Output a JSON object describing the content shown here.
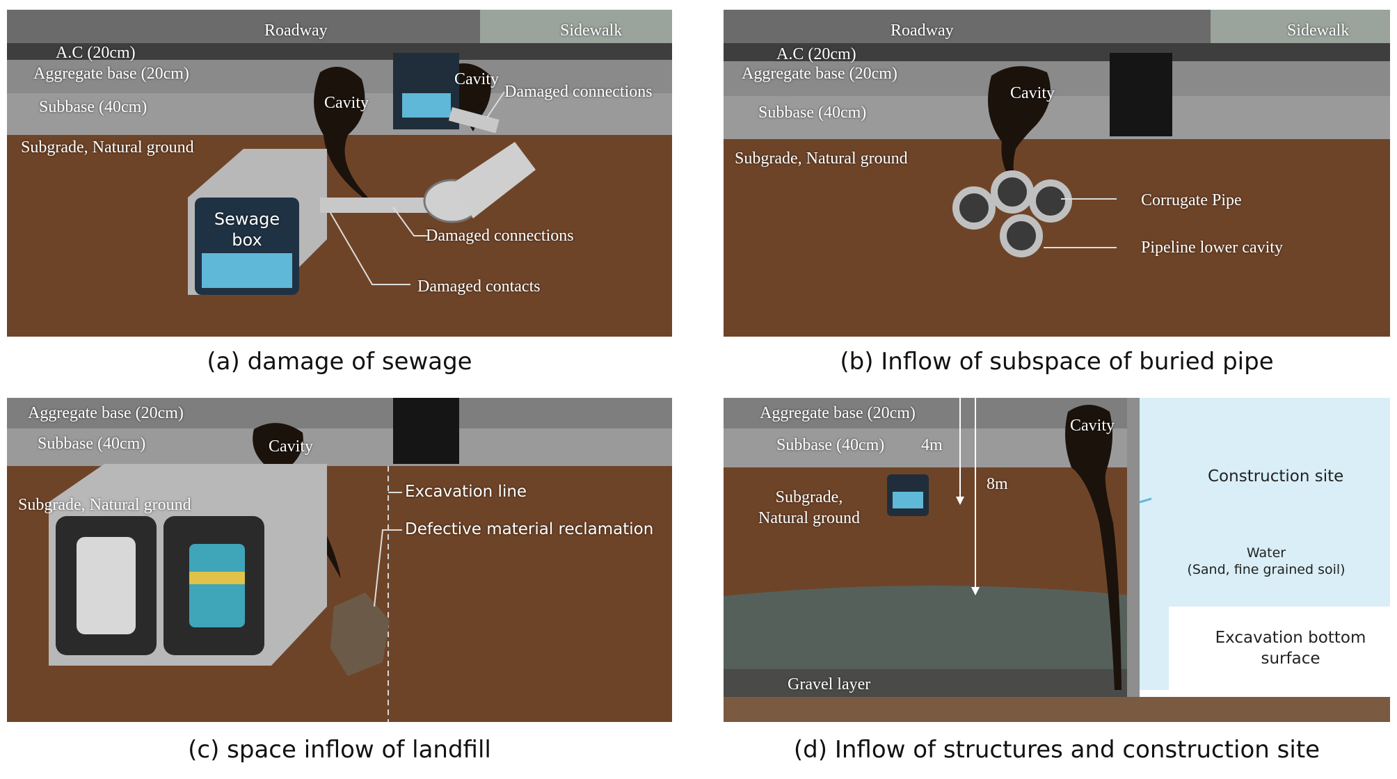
{
  "colors": {
    "roadway_dark": "#3e3e3e",
    "aggregate": "#8a8a8a",
    "subbase": "#9a9a9a",
    "subgrade": "#6e4428",
    "water": "#5fb8d8",
    "sky_site": "#d9eef6",
    "gravel": "#4a4a48"
  },
  "panels": {
    "a": {
      "caption": "(a) damage of sewage",
      "roadway": "Roadway",
      "sidewalk": "Sidewalk",
      "ac": "A.C (20cm)",
      "aggregate": "Aggregate base (20cm)",
      "subbase": "Subbase (40cm)",
      "subgrade": "Subgrade, Natural ground",
      "cavity1": "Cavity",
      "cavity2": "Cavity",
      "damaged_connections_top": "Damaged connections",
      "sewage_box": "Sewage box",
      "damaged_connections": "Damaged connections",
      "damaged_contacts": "Damaged contacts"
    },
    "b": {
      "caption": "(b) Inflow of subspace of buried pipe",
      "roadway": "Roadway",
      "sidewalk": "Sidewalk",
      "ac": "A.C (20cm)",
      "aggregate": "Aggregate base (20cm)",
      "subbase": "Subbase (40cm)",
      "subgrade": "Subgrade, Natural ground",
      "cavity": "Cavity",
      "corrugate_pipe": "Corrugate Pipe",
      "lower_cavity": "Pipeline lower cavity"
    },
    "c": {
      "caption": "(c) space inflow of landfill",
      "aggregate": "Aggregate base (20cm)",
      "subbase": "Subbase (40cm)",
      "subgrade": "Subgrade, Natural ground",
      "cavity": "Cavity",
      "excavation_line": "Excavation line",
      "defective": "Defective material reclamation"
    },
    "d": {
      "caption": "(d) Inflow of structures and construction site",
      "aggregate": "Aggregate base (20cm)",
      "subbase": "Subbase (40cm)",
      "depth_4m": "4m",
      "depth_8m": "8m",
      "subgrade": "Subgrade, Natural ground",
      "cavity": "Cavity",
      "construction_site": "Construction site",
      "water": "Water",
      "water_detail": "(Sand, fine grained soil)",
      "excavation_bottom": "Excavation bottom surface",
      "gravel": "Gravel layer"
    }
  }
}
